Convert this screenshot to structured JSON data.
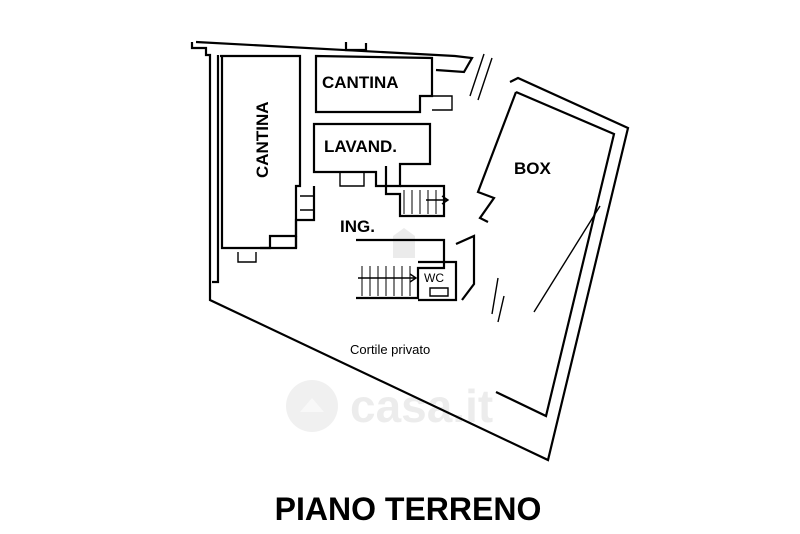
{
  "plan": {
    "title": "PIANO TERRENO",
    "rooms": {
      "cantina_left": "CANTINA",
      "cantina_top": "CANTINA",
      "lavanderia": "LAVAND.",
      "ingresso": "ING.",
      "box": "BOX",
      "wc": "WC",
      "cortile": "Cortile privato"
    },
    "watermark": "casa.it"
  }
}
